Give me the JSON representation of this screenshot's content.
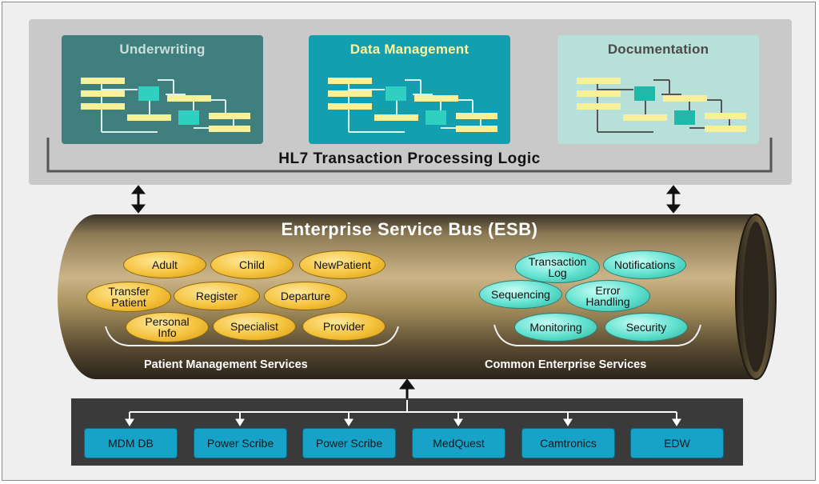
{
  "top": {
    "boxes": [
      {
        "title": "Underwriting",
        "bg": "#3f7f7e",
        "title_color": "#c9dede"
      },
      {
        "title": "Data Management",
        "bg": "#149fb0",
        "title_color": "#fff59a"
      },
      {
        "title": "Documentation",
        "bg": "#b7e0d9",
        "title_color": "#4a4a4a"
      }
    ],
    "label": "HL7 Transaction Processing Logic"
  },
  "esb": {
    "title": "Enterprise Service Bus (ESB)",
    "patient_services": [
      "Adult",
      "Child",
      "NewPatient",
      "Transfer\nPatient",
      "Register",
      "Departure",
      "Personal\nInfo",
      "Specialist",
      "Provider"
    ],
    "patient_label": "Patient Management Services",
    "common_services": [
      "Transaction\nLog",
      "Notifications",
      "Sequencing",
      "Error\nHandling",
      "Monitoring",
      "Security"
    ],
    "common_label": "Common Enterprise Services"
  },
  "sources": [
    "MDM DB",
    "Power Scribe",
    "Power Scribe",
    "MedQuest",
    "Camtronics",
    "EDW"
  ],
  "colors": {
    "accent_yellow": "#f4c23c",
    "accent_cyan": "#5fe0cf",
    "source_blue": "#17a3c8"
  }
}
